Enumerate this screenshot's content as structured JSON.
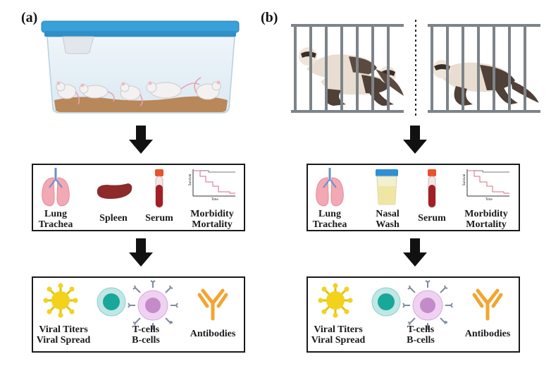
{
  "panels": {
    "a": {
      "label": "(a)"
    },
    "b": {
      "label": "(b)"
    }
  },
  "samples_a": {
    "lung": [
      "Lung",
      "Trachea"
    ],
    "spleen": "Spleen",
    "serum": "Serum",
    "morbidity": [
      "Morbidity",
      "Mortality"
    ]
  },
  "samples_b": {
    "lung": [
      "Lung",
      "Trachea"
    ],
    "nasal": [
      "Nasal",
      "Wash"
    ],
    "serum": "Serum",
    "morbidity": [
      "Morbidity",
      "Mortality"
    ]
  },
  "readouts": {
    "viral": [
      "Viral Titers",
      "Viral Spread"
    ],
    "cells": [
      "T-cells",
      "B-cells"
    ],
    "antibodies": "Antibodies"
  },
  "mini_chart": {
    "ylabel": "Survival",
    "xlabel": "Time"
  },
  "colors": {
    "lid": "#3aa0d8",
    "bedding": "#b8875a",
    "bar": "#7d8489",
    "lung": "#f2a9b3",
    "spleen": "#8e2a2a",
    "virus": "#f2d21b",
    "tcell": "#19a79a",
    "bcell": "#d9a7dd",
    "antibody": "#f2a531"
  },
  "icons": [
    "mouse-cage-icon",
    "ferret-cage-icon",
    "down-arrow-icon",
    "lung-icon",
    "spleen-icon",
    "blood-tube-icon",
    "survival-chart-icon",
    "sample-cup-icon",
    "virus-icon",
    "t-cell-icon",
    "b-cell-icon",
    "antibody-icon"
  ]
}
